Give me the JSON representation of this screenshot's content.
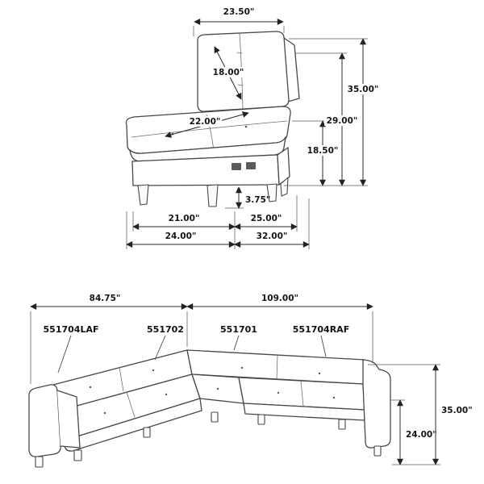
{
  "colors": {
    "line_art": "#474747",
    "dimension": "#2b2b2b",
    "text": "#151515",
    "background": "#ffffff"
  },
  "chair": {
    "dims": {
      "top_width": "23.50\"",
      "back_height": "18.00\"",
      "seat_depth": "22.00\"",
      "overall_height": "35.00\"",
      "back_to_floor": "29.00\"",
      "seat_height": "18.50\"",
      "leg_height": "3.75\"",
      "seat_width": "21.00\"",
      "inner_depth": "25.00\"",
      "base_width": "24.00\"",
      "overall_depth": "32.00\""
    }
  },
  "sectional": {
    "dims": {
      "left_width": "84.75\"",
      "right_width": "109.00\"",
      "overall_height": "35.00\"",
      "seat_back_height": "24.00\""
    },
    "parts": [
      {
        "sku": "551704LAF"
      },
      {
        "sku": "551702"
      },
      {
        "sku": "551701"
      },
      {
        "sku": "551704RAF"
      }
    ]
  }
}
